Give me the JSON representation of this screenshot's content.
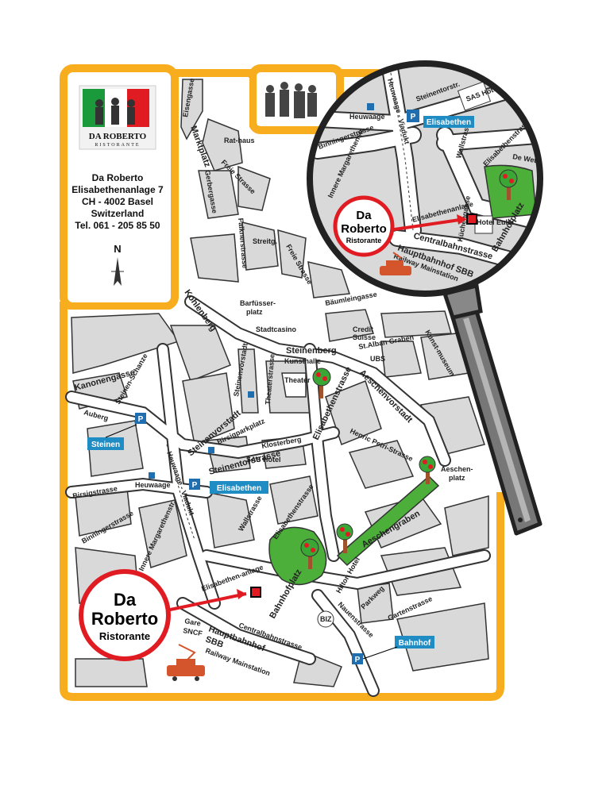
{
  "colors": {
    "frame": "#f7ad1e",
    "road_fill": "#ffffff",
    "block": "#d9d9d9",
    "park": "#4caf3a",
    "parking_blue": "#1f6fb0",
    "tag_blue": "#1f8cc4",
    "marker_red": "#e11b22",
    "magnifier_handle": "#777777",
    "tram": "#d4542b"
  },
  "logo": {
    "name": "DA ROBERTO",
    "subtitle": "RISTORANTE"
  },
  "address": {
    "line1": "Da Roberto",
    "line2": "Elisabethenanlage 7",
    "line3": "CH - 4002 Basel",
    "line4": "Switzerland",
    "line5": "Tel. 061 - 205 85 50"
  },
  "north": "N",
  "callout": {
    "title1": "Da",
    "title2": "Roberto",
    "subtitle": "Ristorante"
  },
  "parking_tags": {
    "steinen": "Steinen",
    "elisabethen": "Elisabethen",
    "bahnhof": "Bahnhof",
    "zoom_elisabethen": "Elisabethen"
  },
  "parking_symbol": "P",
  "streets": {
    "eisengasse": "Eisengasse",
    "marktplatz": "Marktplatz",
    "rathaus": "Rat-haus",
    "freie_strasse_1": "Freie Strasse",
    "gerbergasse": "Gerbergasse",
    "falknerstrasse": "Falknerstrasse",
    "streitg": "Streitg.",
    "freie_strasse_2": "Freie Strasse",
    "kohlenberg": "Kohlenberg",
    "barfuesserplatz_1": "Barfüsser-",
    "barfuesserplatz_2": "platz",
    "stadtcasino": "Stadtcasino",
    "baeumleingasse": "Bäumleingasse",
    "credit_suisse_1": "Credit",
    "credit_suisse_2": "Suisse",
    "st_alban_graben": "St.Alban Graben",
    "kunstmuseum": "Kunst-museum",
    "steinenberg": "Steinenberg",
    "kunsthalle": "Kunsthalle",
    "ubs": "UBS",
    "kanonengasse": "Kanonengasse",
    "steinenvorstadt_small": "Steinenvorstadt",
    "theaterstrasse": "Theaterstrasse",
    "theater": "Theater",
    "elisabethenstrasse_1": "Elisabethenstrasse",
    "aeschenvorstadt": "Aeschenvorstadt",
    "steinen_schanze": "Steinen-Schanze",
    "auberg": "Auberg",
    "steinenvorstadt": "Steinenvorstadt",
    "birsigparkplatz": "Birsigparkplatz",
    "klosterberg": "Klosterberg",
    "henric_petri": "Henric Petri-Strasse",
    "steinentorstrasse": "Steinentorstrasse",
    "sas_hotel": "SAS Hotel",
    "heuwaage_viadukt": "Heuwaage - Viadukt",
    "birsigstrasse": "Birsigstrasse",
    "heuwaage": "Heuwaage",
    "innere_margarethenstr": "Innere Margarethenstr.",
    "binningerstrasse": "Binningerstrasse",
    "wallstrasse": "Wallstrasse",
    "elisabethenstrasse_2": "Elisabethenstrasse",
    "aeschenplatz_1": "Aeschen-",
    "aeschenplatz_2": "platz",
    "aeschengraben": "Aeschengraben",
    "elisabethenanlage": "Elisabethen-anlage",
    "bahnhofplatz": "Bahnhofplatz",
    "hilton_hotel": "Hilton Hotel",
    "parkweg": "Parkweg",
    "gartenstrasse": "Gartenstrasse",
    "nauenstrasse": "Nauenstrasse",
    "biz": "BIZ",
    "gare_sncf_1": "Gare",
    "gare_sncf_2": "SNCF",
    "hauptbahnhof_sbb_1": "Hauptbahnhof",
    "hauptbahnhof_sbb_2": "SBB",
    "railway_mainstation": "Railway Mainstation",
    "centralbahnstrasse": "Centralbahnstrasse"
  },
  "zoom": {
    "steinentorstr": "Steinentorstr.",
    "sas_hotel": "SAS Hotel",
    "heuwaage": "Heuwaage",
    "heuwaage_viadukt": "Heuwaage - Viadukt",
    "binningerstrasse": "Binningerstrasse",
    "innere_margarethenstr": "Innere Margarethenstr.",
    "wallstrasse": "Wallstrasse",
    "elisabethenstrasse": "Elisabethenstrasse",
    "de_wett": "De Wett",
    "elisabethenanlage": "Elisabethenanlage",
    "kuechengasse": "Küchengasse",
    "hotel_euler": "Hotel Euler",
    "bahnhofplatz": "Bahnhofplatz",
    "centralbahnstrasse": "Centralbahnstrasse",
    "hauptbahnhof_sbb": "Hauptbahnhof SBB",
    "railway_mainstation": "Railway Mainstation"
  },
  "zoom_callout": {
    "title1": "Da",
    "title2": "Roberto",
    "subtitle": "Ristorante"
  }
}
